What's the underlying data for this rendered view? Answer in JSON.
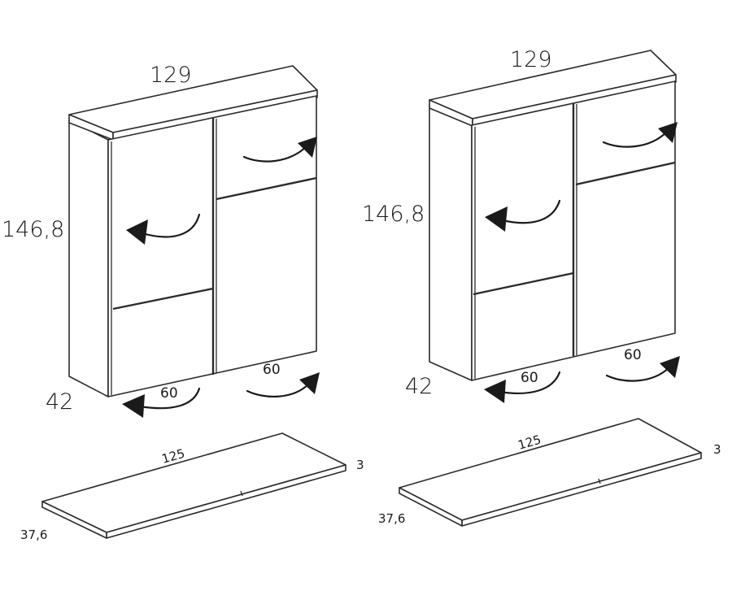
{
  "left_unit": {
    "width": "129",
    "height": "146,8",
    "depth": "42",
    "door_left": "60",
    "door_right": "60"
  },
  "right_unit": {
    "width": "129",
    "height": "146,8",
    "depth": "42",
    "door_left": "60",
    "door_right": "60"
  },
  "left_shelf": {
    "length": "125",
    "thickness": "3",
    "depth": "37,6"
  },
  "right_shelf": {
    "length": "125",
    "thickness": "3",
    "depth": "37,6"
  }
}
